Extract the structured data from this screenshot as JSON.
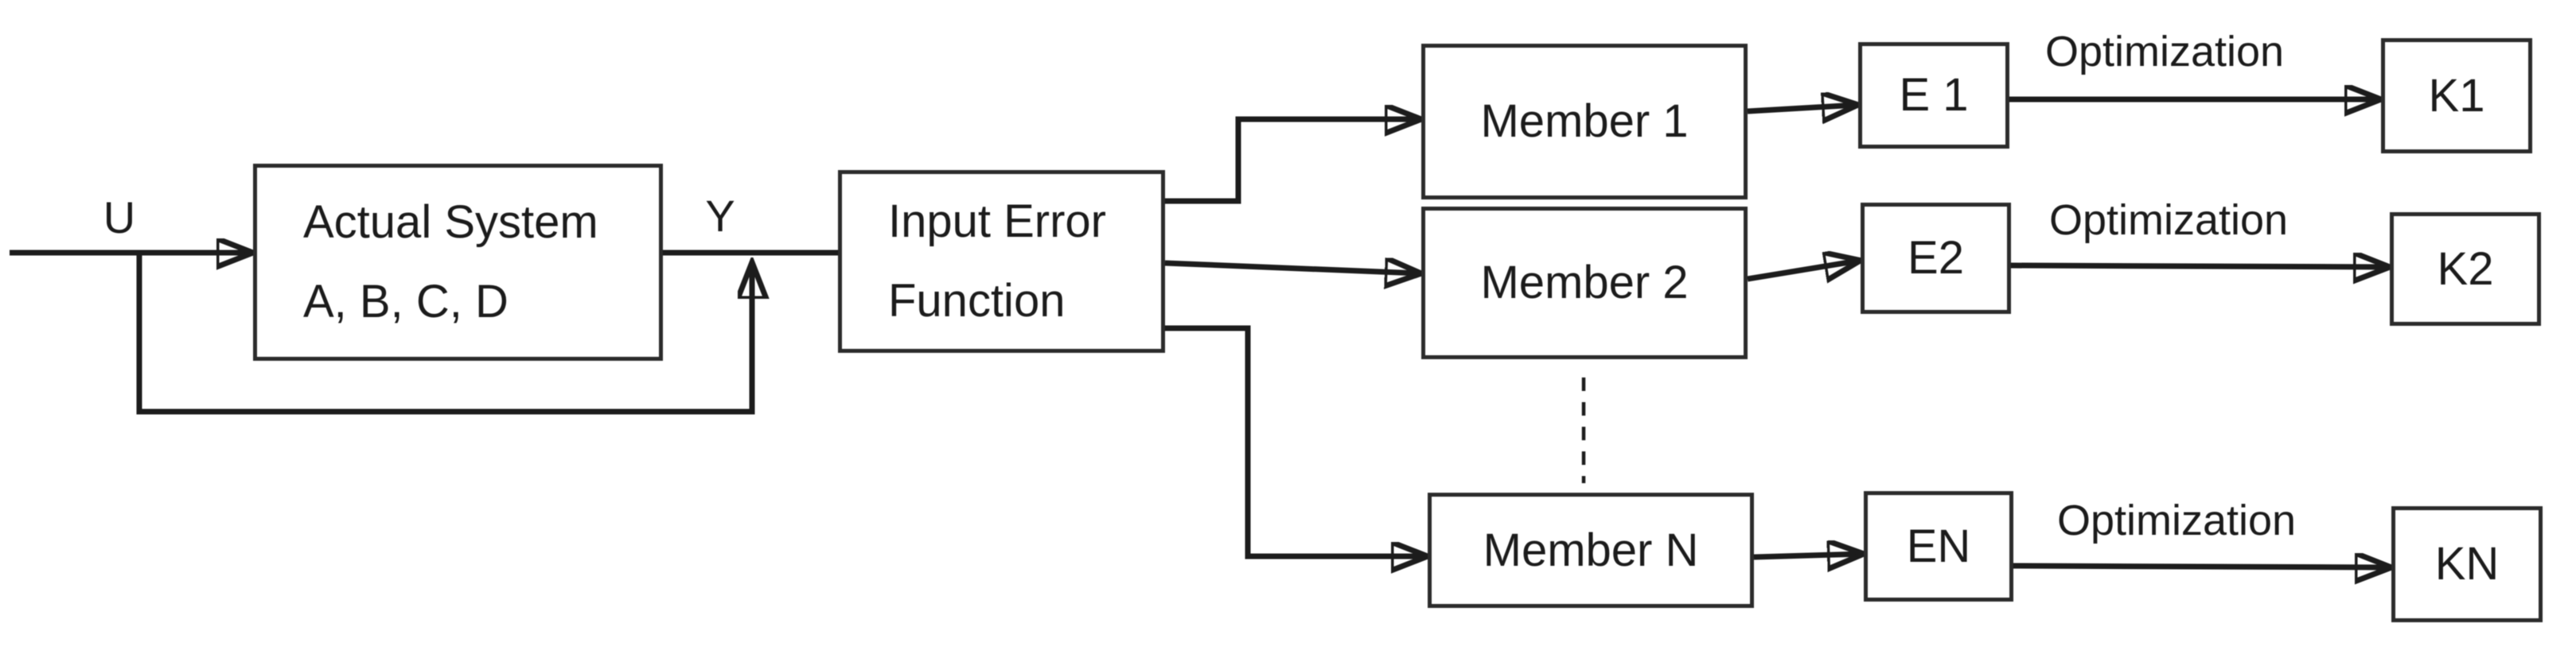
{
  "diagram": {
    "colors": {
      "ink": "#1b1b1b",
      "background": "#ffffff"
    },
    "input_label": "U",
    "output_label": "Y",
    "actual_system": {
      "line1": "Actual System",
      "line2": "A, B, C, D"
    },
    "input_error_function": {
      "line1": "Input Error",
      "line2": "Function"
    },
    "rows": [
      {
        "member_label": "Member 1",
        "error_label": "E 1",
        "arrow_label": "Optimization",
        "gain_label": "K1"
      },
      {
        "member_label": "Member 2",
        "error_label": "E2",
        "arrow_label": "Optimization",
        "gain_label": "K2"
      },
      {
        "member_label": "Member N",
        "error_label": "EN",
        "arrow_label": "Optimization",
        "gain_label": "KN"
      }
    ]
  }
}
